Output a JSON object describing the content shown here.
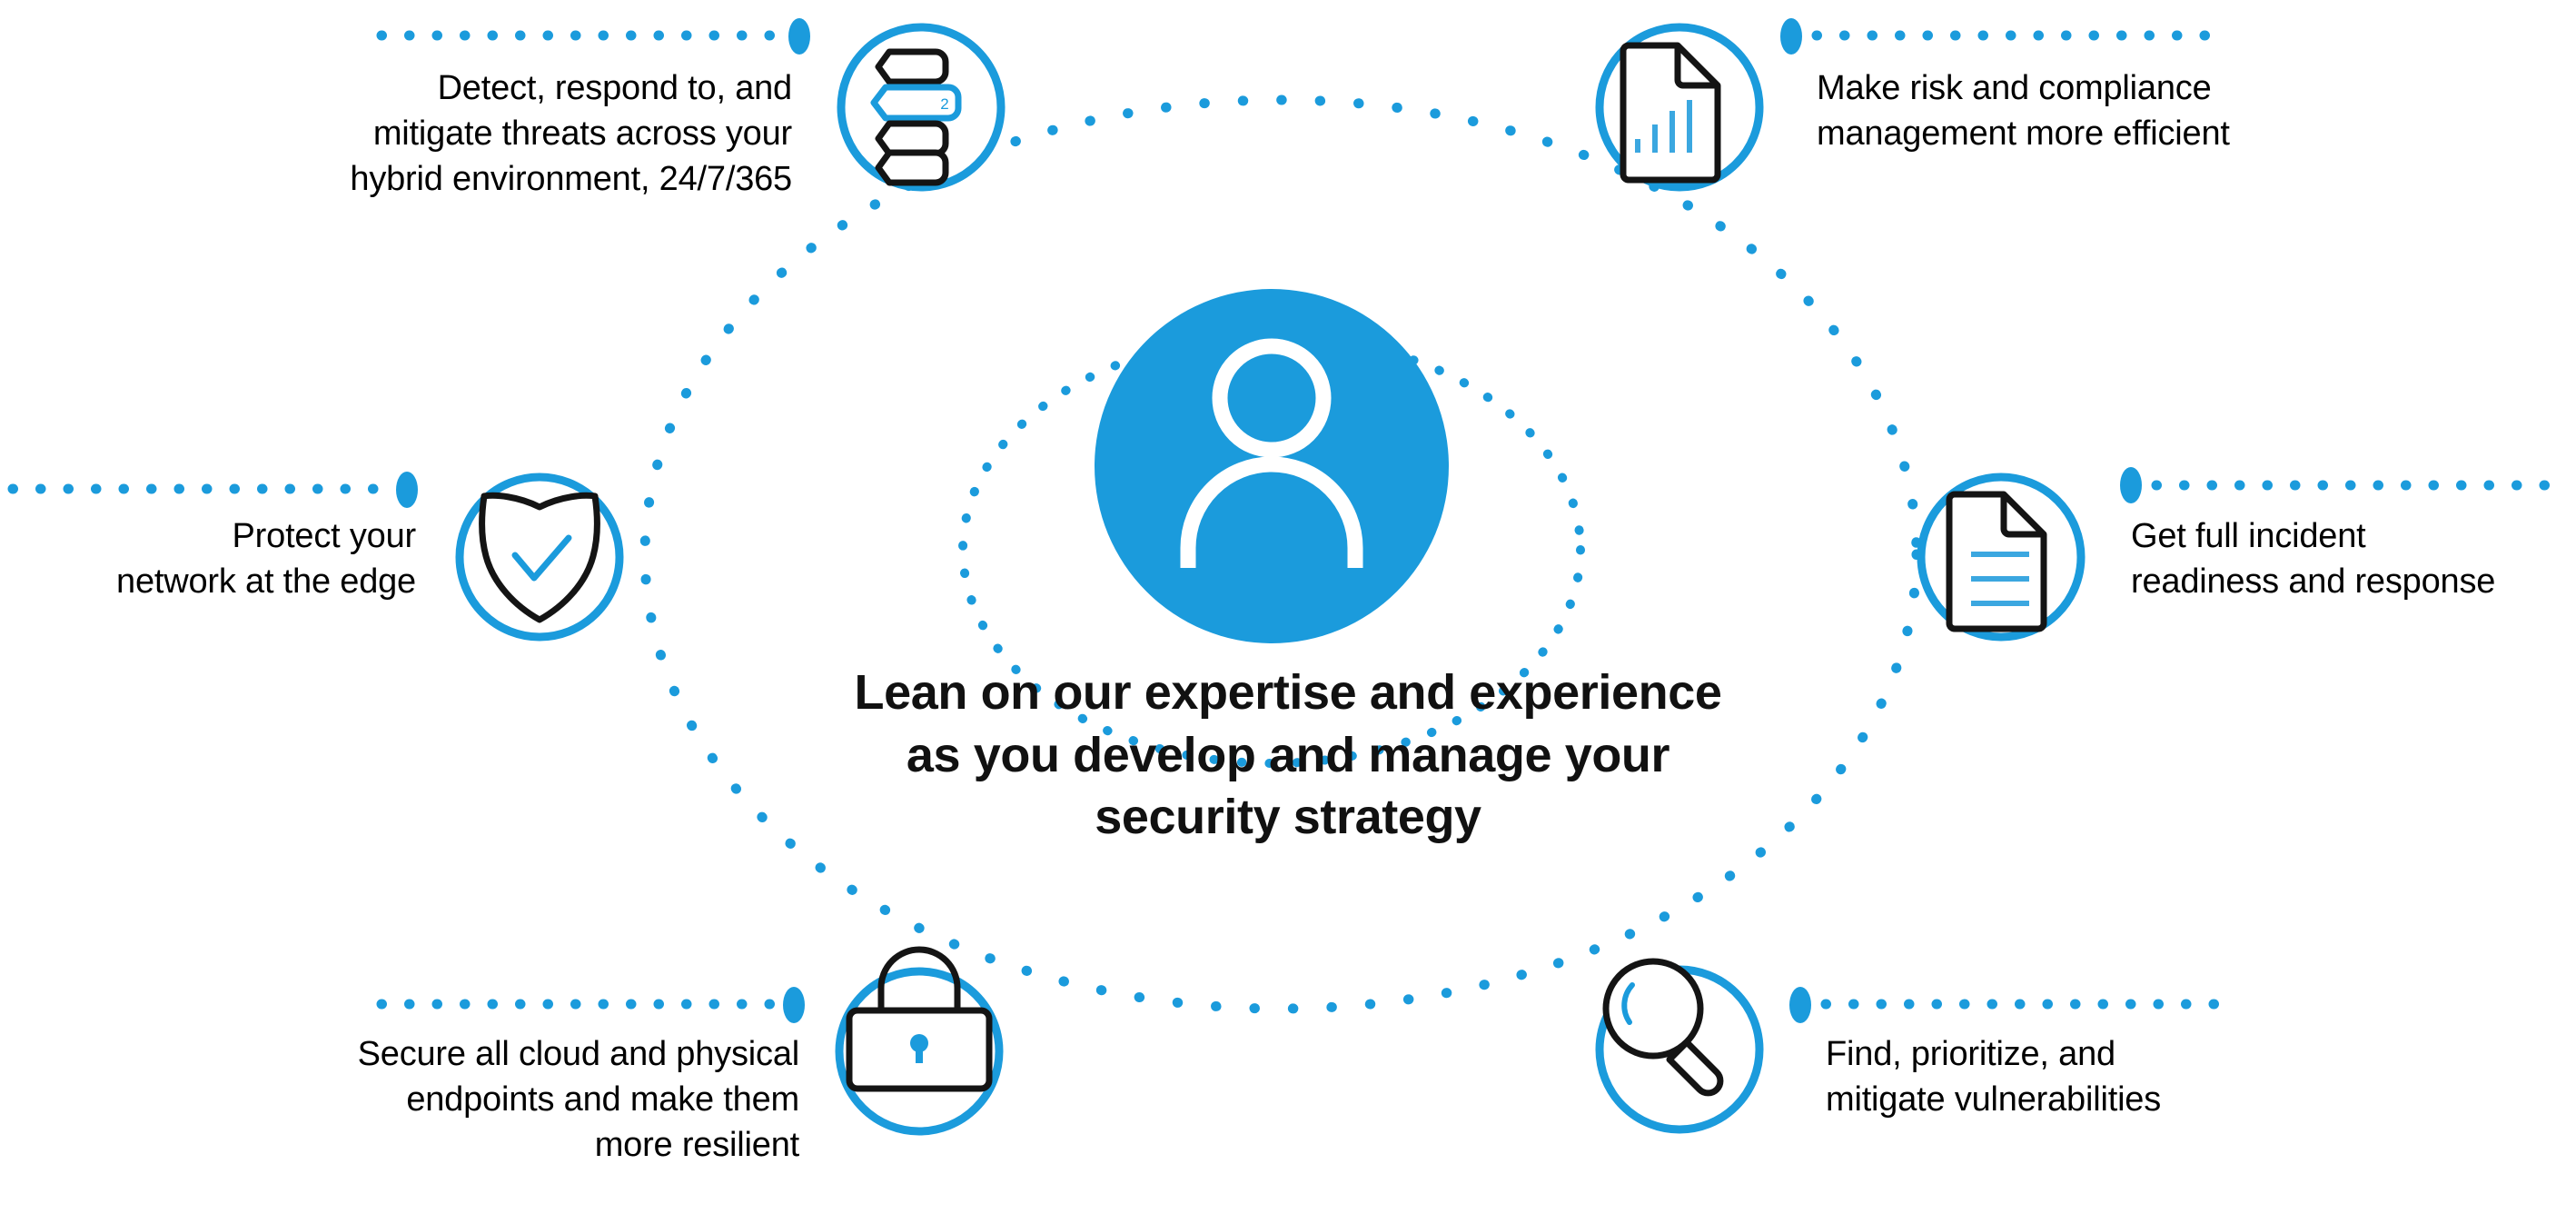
{
  "theme": {
    "accent_blue": "#1B9BDC",
    "ink_black": "#141414",
    "background": "#FFFFFF"
  },
  "center": {
    "icon": "person-icon",
    "heading": "Lean on our expertise and experience\nas you develop and manage your\nsecurity strategy"
  },
  "nodes": [
    {
      "id": "detect-respond",
      "icon": "stacked-list-queue-icon",
      "icon_badge": "2",
      "label": "Detect, respond to, and\nmitigate threats across your\nhybrid environment, 24/7/365",
      "align": "right"
    },
    {
      "id": "risk-compliance",
      "icon": "document-bar-chart-icon",
      "label": "Make risk and compliance\nmanagement more efficient",
      "align": "left"
    },
    {
      "id": "protect-network",
      "icon": "shield-check-icon",
      "label": "Protect your\nnetwork at the edge",
      "align": "right"
    },
    {
      "id": "incident-readiness",
      "icon": "document-lines-icon",
      "label": "Get full incident\nreadiness and response",
      "align": "left"
    },
    {
      "id": "secure-endpoints",
      "icon": "padlock-icon",
      "label": "Secure all cloud and physical\nendpoints and make them\nmore resilient",
      "align": "right"
    },
    {
      "id": "find-vulnerabilities",
      "icon": "magnifier-icon",
      "label": "Find, prioritize, and\nmitigate vulnerabilities",
      "align": "left"
    }
  ]
}
